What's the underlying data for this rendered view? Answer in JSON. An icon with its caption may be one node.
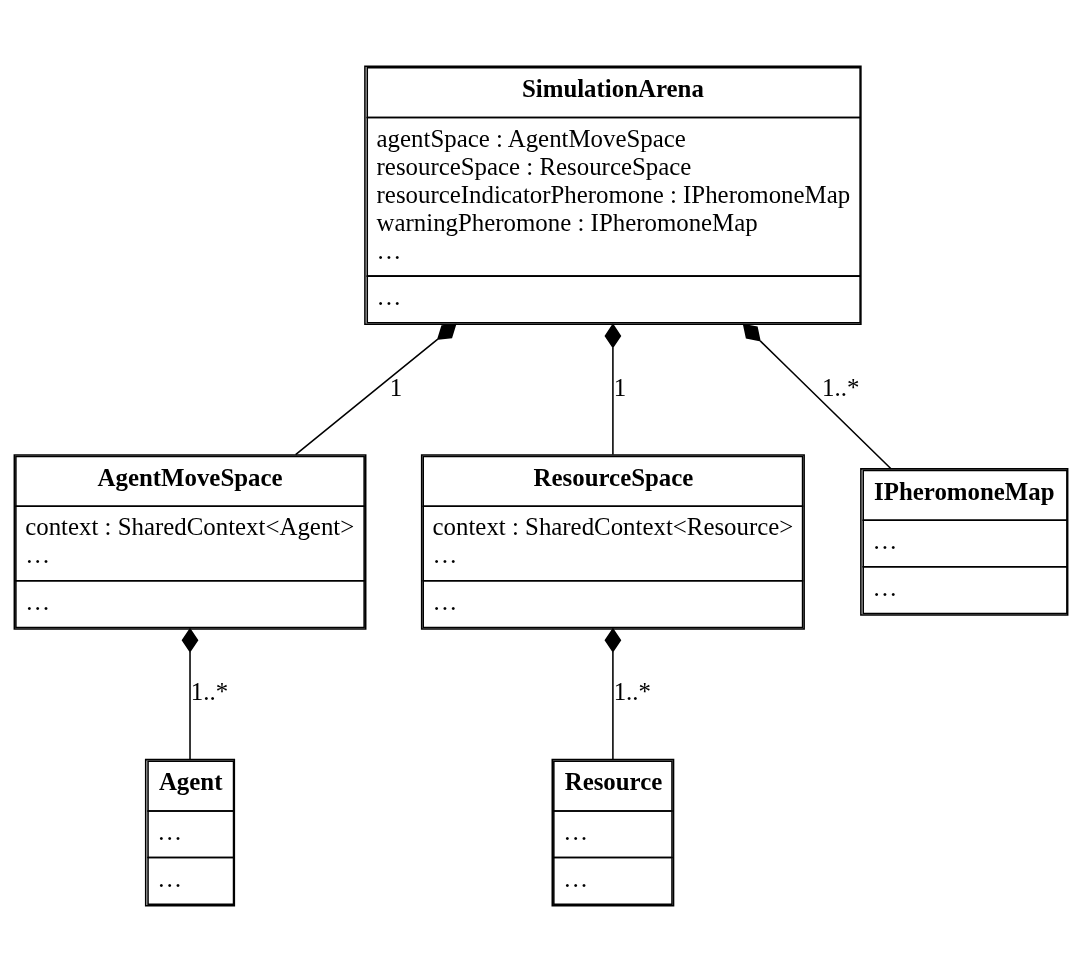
{
  "diagram": {
    "nodes": [
      {
        "text": [
          "SimulationArena",
          "agentSpace : AgentMoveSpace",
          "resourceSpace : ResourceSpace",
          "resourceIndicatorPheromone : IPheromoneMap",
          "warningPheromone : IPheromoneMap",
          "…",
          "…"
        ]
      },
      {
        "text": [
          "AgentMoveSpace",
          "context : SharedContext<Agent>",
          "…",
          "…"
        ]
      },
      {
        "text": [
          "ResourceSpace",
          "context : SharedContext<Resource>",
          "…",
          "…"
        ]
      },
      {
        "text": [
          "IPheromoneMap",
          "…",
          "…"
        ]
      },
      {
        "text": [
          "Agent",
          "…",
          "…"
        ]
      },
      {
        "text": [
          "Resource",
          "…",
          "…"
        ]
      }
    ],
    "edges": [
      {
        "from": 0,
        "to": 1,
        "arrow": "other",
        "label": "1"
      },
      {
        "from": 0,
        "to": 2,
        "arrow": "other",
        "label": "1"
      },
      {
        "from": 0,
        "to": 3,
        "arrow": "other",
        "label": "1..*"
      },
      {
        "from": 1,
        "to": 4,
        "arrow": "other",
        "label": "1..*"
      },
      {
        "from": 2,
        "to": 5,
        "arrow": "other",
        "label": "1..*"
      }
    ]
  }
}
